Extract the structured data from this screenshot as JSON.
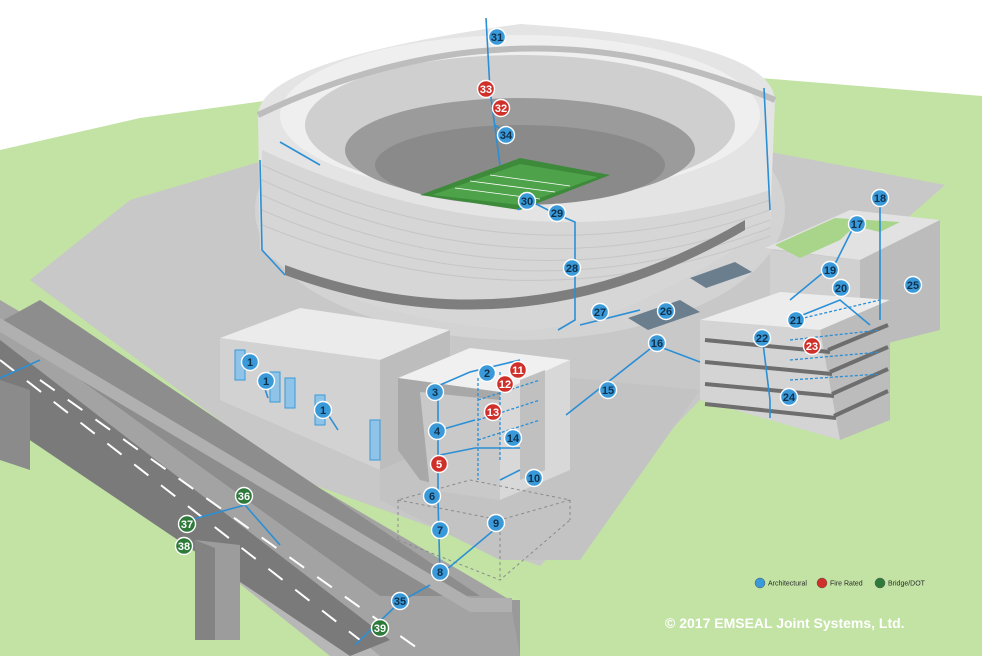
{
  "colors": {
    "architectural": "#3a9ad9",
    "fire_rated": "#d0302a",
    "bridge_dot": "#2e7a3a",
    "grass": "#c2e3a4",
    "pavement": "#c9c9c9",
    "joint_line": "#2b8fd6"
  },
  "legend": {
    "items": [
      {
        "label": "Architectural",
        "color": "#3a9ad9"
      },
      {
        "label": "Fire Rated",
        "color": "#d0302a"
      },
      {
        "label": "Bridge/DOT",
        "color": "#2e7a3a"
      }
    ]
  },
  "copyright": "© 2017 EMSEAL Joint Systems, Ltd.",
  "markers": [
    {
      "n": "1",
      "type": "architectural"
    },
    {
      "n": "1",
      "type": "architectural"
    },
    {
      "n": "1",
      "type": "architectural"
    },
    {
      "n": "2",
      "type": "architectural"
    },
    {
      "n": "3",
      "type": "architectural"
    },
    {
      "n": "4",
      "type": "architectural"
    },
    {
      "n": "5",
      "type": "fire_rated"
    },
    {
      "n": "6",
      "type": "architectural"
    },
    {
      "n": "7",
      "type": "architectural"
    },
    {
      "n": "8",
      "type": "architectural"
    },
    {
      "n": "9",
      "type": "architectural"
    },
    {
      "n": "10",
      "type": "architectural"
    },
    {
      "n": "11",
      "type": "fire_rated"
    },
    {
      "n": "12",
      "type": "fire_rated"
    },
    {
      "n": "13",
      "type": "fire_rated"
    },
    {
      "n": "14",
      "type": "architectural"
    },
    {
      "n": "15",
      "type": "architectural"
    },
    {
      "n": "16",
      "type": "architectural"
    },
    {
      "n": "17",
      "type": "architectural"
    },
    {
      "n": "18",
      "type": "architectural"
    },
    {
      "n": "19",
      "type": "architectural"
    },
    {
      "n": "20",
      "type": "architectural"
    },
    {
      "n": "21",
      "type": "architectural"
    },
    {
      "n": "22",
      "type": "architectural"
    },
    {
      "n": "23",
      "type": "fire_rated"
    },
    {
      "n": "24",
      "type": "architectural"
    },
    {
      "n": "25",
      "type": "architectural"
    },
    {
      "n": "26",
      "type": "architectural"
    },
    {
      "n": "27",
      "type": "architectural"
    },
    {
      "n": "28",
      "type": "architectural"
    },
    {
      "n": "29",
      "type": "architectural"
    },
    {
      "n": "30",
      "type": "architectural"
    },
    {
      "n": "31",
      "type": "architectural"
    },
    {
      "n": "32",
      "type": "fire_rated"
    },
    {
      "n": "33",
      "type": "fire_rated"
    },
    {
      "n": "34",
      "type": "architectural"
    },
    {
      "n": "35",
      "type": "architectural"
    },
    {
      "n": "36",
      "type": "bridge_dot"
    },
    {
      "n": "37",
      "type": "bridge_dot"
    },
    {
      "n": "38",
      "type": "bridge_dot"
    },
    {
      "n": "39",
      "type": "bridge_dot"
    }
  ]
}
